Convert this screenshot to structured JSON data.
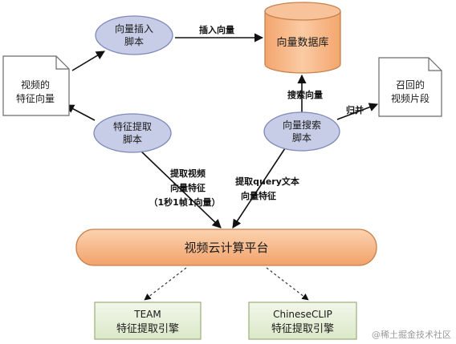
{
  "nodes": {
    "insert_script": [
      "向量插入",
      "脚本"
    ],
    "vector_db": "向量数据库",
    "video_vectors": [
      "视频的",
      "特征向量"
    ],
    "feature_script": [
      "特征提取",
      "脚本"
    ],
    "search_script": [
      "向量搜索",
      "脚本"
    ],
    "recalled_clips": [
      "召回的",
      "视频片段"
    ],
    "cloud_platform": "视频云计算平台",
    "team_engine": [
      "TEAM",
      "特征提取引擎"
    ],
    "clip_engine": [
      "ChineseCLIP",
      "特征提取引擎"
    ]
  },
  "edges": {
    "insert_vector": "插入向量",
    "search_vector": "搜索向量",
    "merge": "归并",
    "extract_video": [
      "提取视频",
      "向量特征",
      "（1秒1帧1向量）"
    ],
    "extract_query": [
      "提取query文本",
      "向量特征"
    ]
  },
  "watermark": "@稀土掘金技术社区",
  "colors": {
    "ellipse_fill": "#c7cde6",
    "ellipse_stroke": "#7d89b8",
    "orange_fill": "#f6b483",
    "orange_stroke": "#c7814d",
    "green_fill": "#e6efd9",
    "green_stroke": "#9aad7c",
    "doc_stroke": "#6b6b6b"
  }
}
